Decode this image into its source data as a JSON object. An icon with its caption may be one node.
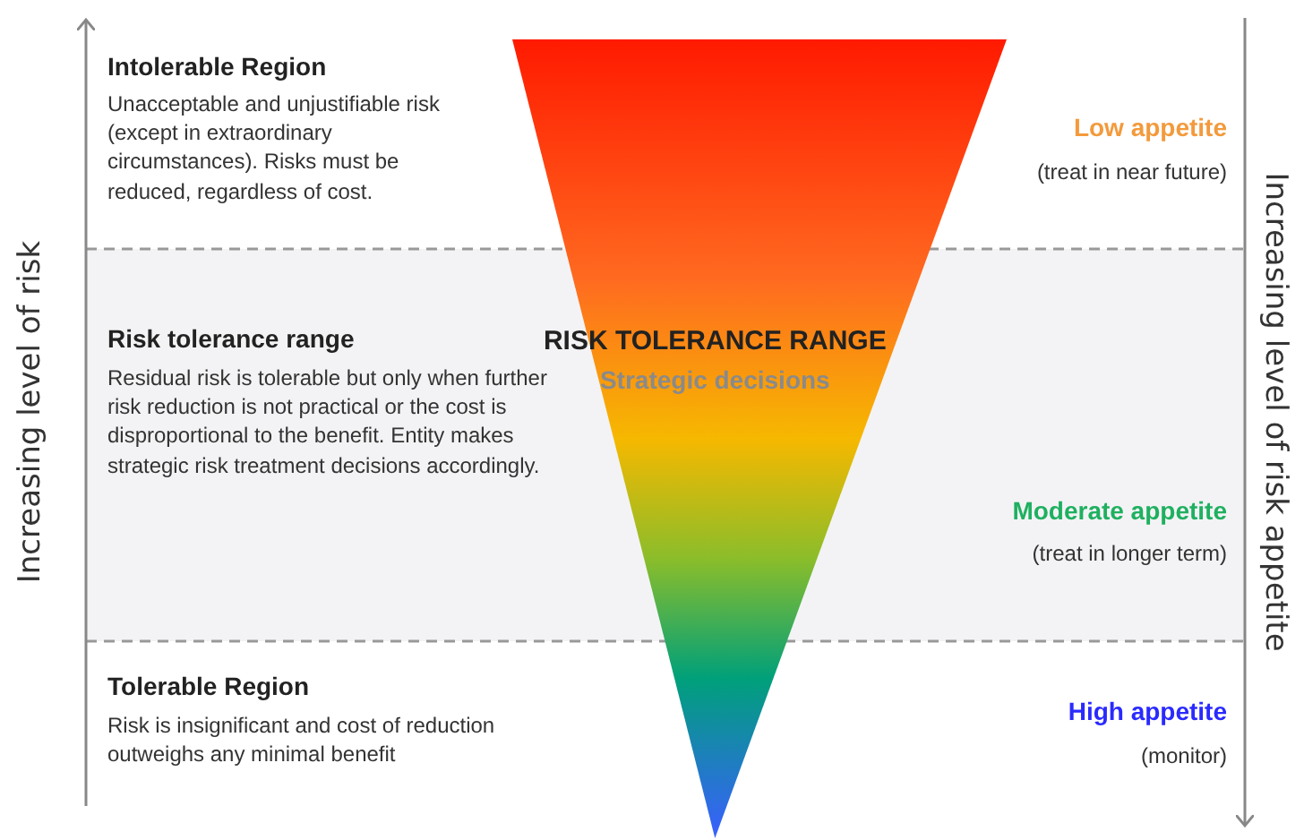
{
  "diagram": {
    "nodes": [
      {
        "text": [
          "RISK TOLERANCE RANGE",
          "Strategic decisions"
        ]
      }
    ],
    "labels": [
      "Increasing level of risk",
      "Intolerable Region",
      "Unacceptable and unjustifiable risk (except in extraordinary circumstances). Risks must be reduced, regardless of cost.",
      "Low appetite",
      "(treat in near future)",
      "Increasing level of risk appetite",
      "Risk tolerance range",
      "Residual risk is tolerable but only when further risk reduction is not practical or the cost is disproportional to the benefit. Entity makes strategic risk treatment decisions accordingly.",
      "Moderate appetite",
      "(treat in longer term)",
      "Tolerable Region",
      "Risk is insignificant and cost of reduction outweighs any minimal benefit",
      "High appetite",
      "(monitor)"
    ]
  }
}
